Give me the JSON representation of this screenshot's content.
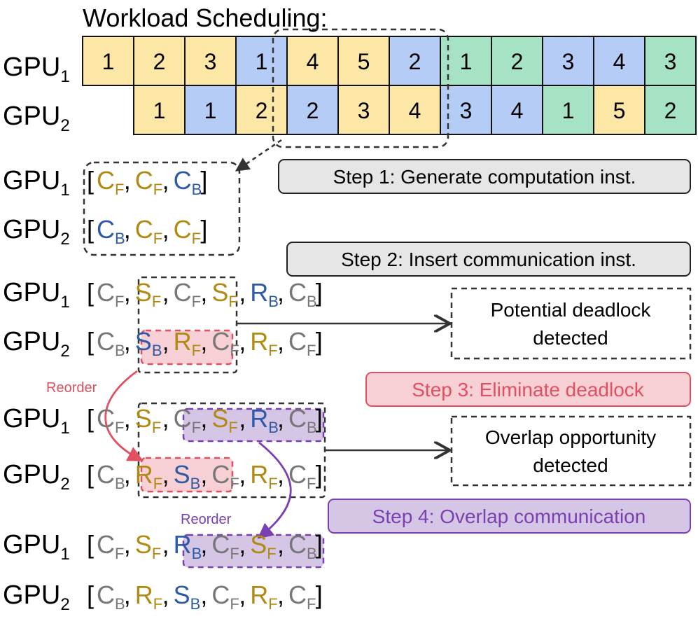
{
  "title": "Workload Scheduling:",
  "gpu_label": "GPU",
  "gpu_subs": [
    "1",
    "2"
  ],
  "colors": {
    "yellow_fill": "#FCE7A6",
    "blue_fill": "#B4CCF6",
    "green_fill": "#A6E2C4",
    "forward": "#B08A12",
    "backward": "#2E5AA8",
    "grey": "#777777",
    "red": "#E05060",
    "red_fill": "#F6D0D4",
    "purple": "#7A3FB0",
    "purple_fill": "#D6C6E6",
    "step_fill": "#E6E6E6"
  },
  "schedule": {
    "gpu1": [
      {
        "t": "1",
        "c": "y"
      },
      {
        "t": "2",
        "c": "y"
      },
      {
        "t": "3",
        "c": "y"
      },
      {
        "t": "1",
        "c": "b"
      },
      {
        "t": "4",
        "c": "y"
      },
      {
        "t": "5",
        "c": "y"
      },
      {
        "t": "2",
        "c": "b"
      },
      {
        "t": "1",
        "c": "g"
      },
      {
        "t": "2",
        "c": "g"
      },
      {
        "t": "3",
        "c": "b"
      },
      {
        "t": "4",
        "c": "b"
      },
      {
        "t": "3",
        "c": "g"
      }
    ],
    "gpu2": [
      {
        "t": "1",
        "c": "y"
      },
      {
        "t": "1",
        "c": "b"
      },
      {
        "t": "2",
        "c": "y"
      },
      {
        "t": "2",
        "c": "b"
      },
      {
        "t": "3",
        "c": "y"
      },
      {
        "t": "4",
        "c": "y"
      },
      {
        "t": "3",
        "c": "b"
      },
      {
        "t": "4",
        "c": "b"
      },
      {
        "t": "1",
        "c": "g"
      },
      {
        "t": "5",
        "c": "y"
      },
      {
        "t": "2",
        "c": "g"
      }
    ]
  },
  "steps": {
    "step1": "Step 1: Generate computation inst.",
    "step2": "Step 2: Insert communication inst.",
    "step3": "Step 3: Eliminate deadlock",
    "step4": "Step 4: Overlap communication"
  },
  "notes": {
    "deadlock_line1": "Potential deadlock",
    "deadlock_line2": "detected",
    "overlap_line1": "Overlap opportunity",
    "overlap_line2": "detected"
  },
  "reorder_labels": [
    "Reorder",
    "Reorder"
  ],
  "instruction_lists": [
    {
      "gpu1": [
        [
          "C",
          "F",
          "f"
        ],
        [
          "C",
          "F",
          "f"
        ],
        [
          "C",
          "B",
          "b"
        ]
      ],
      "gpu2": [
        [
          "C",
          "B",
          "b"
        ],
        [
          "C",
          "F",
          "f"
        ],
        [
          "C",
          "F",
          "f"
        ]
      ]
    },
    {
      "gpu1": [
        [
          "C",
          "F",
          "g"
        ],
        [
          "S",
          "F",
          "f"
        ],
        [
          "C",
          "F",
          "g"
        ],
        [
          "S",
          "F",
          "f"
        ],
        [
          "R",
          "B",
          "b"
        ],
        [
          "C",
          "B",
          "g"
        ]
      ],
      "gpu2": [
        [
          "C",
          "B",
          "g"
        ],
        [
          "S",
          "B",
          "b"
        ],
        [
          "R",
          "F",
          "f"
        ],
        [
          "C",
          "F",
          "g"
        ],
        [
          "R",
          "F",
          "f"
        ],
        [
          "C",
          "F",
          "g"
        ]
      ]
    },
    {
      "gpu1": [
        [
          "C",
          "F",
          "g"
        ],
        [
          "S",
          "F",
          "f"
        ],
        [
          "C",
          "F",
          "g"
        ],
        [
          "S",
          "F",
          "f"
        ],
        [
          "R",
          "B",
          "b"
        ],
        [
          "C",
          "B",
          "g"
        ]
      ],
      "gpu2": [
        [
          "C",
          "B",
          "g"
        ],
        [
          "R",
          "F",
          "f"
        ],
        [
          "S",
          "B",
          "b"
        ],
        [
          "C",
          "F",
          "g"
        ],
        [
          "R",
          "F",
          "f"
        ],
        [
          "C",
          "F",
          "g"
        ]
      ]
    },
    {
      "gpu1": [
        [
          "C",
          "F",
          "g"
        ],
        [
          "S",
          "F",
          "f"
        ],
        [
          "R",
          "B",
          "b"
        ],
        [
          "C",
          "F",
          "g"
        ],
        [
          "S",
          "F",
          "f"
        ],
        [
          "C",
          "B",
          "g"
        ]
      ],
      "gpu2": [
        [
          "C",
          "B",
          "g"
        ],
        [
          "R",
          "F",
          "f"
        ],
        [
          "S",
          "B",
          "b"
        ],
        [
          "C",
          "F",
          "g"
        ],
        [
          "R",
          "F",
          "f"
        ],
        [
          "C",
          "F",
          "g"
        ]
      ]
    }
  ]
}
